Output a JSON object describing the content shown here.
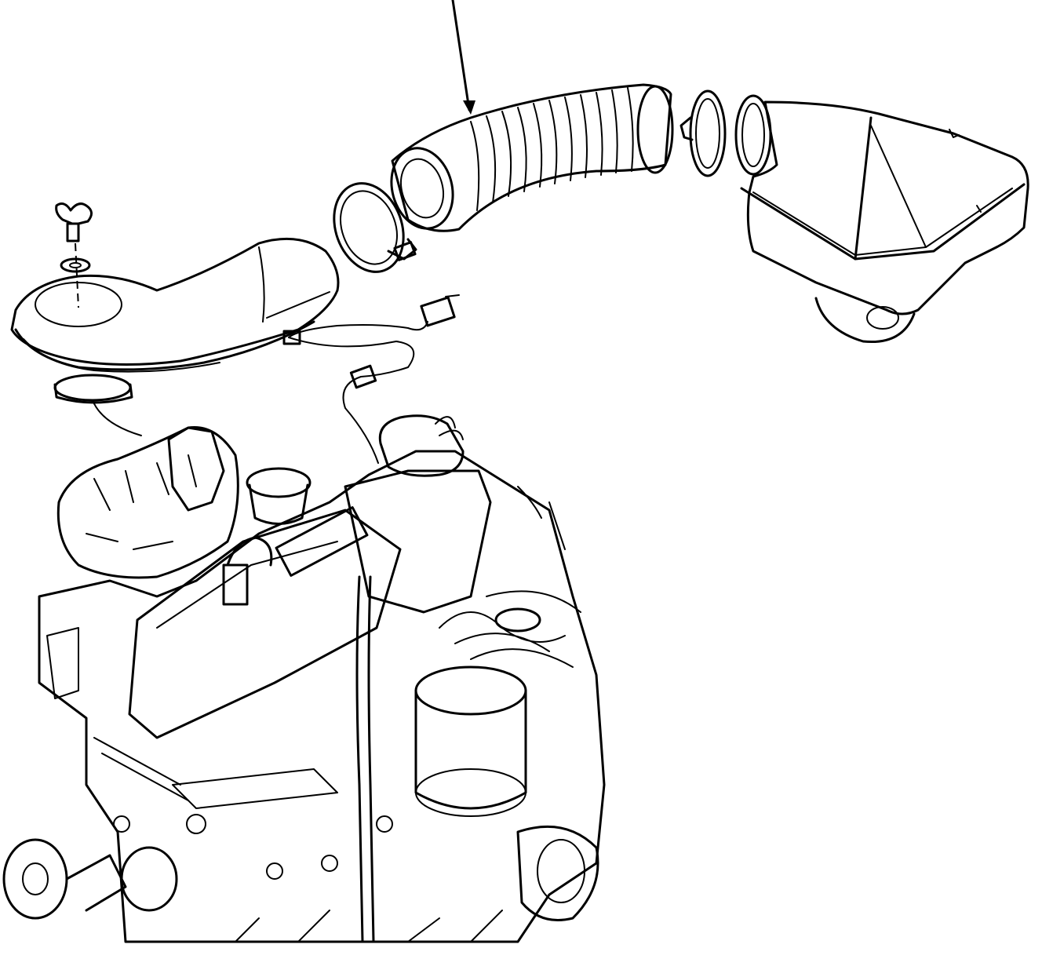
{
  "diagram": {
    "colors": {
      "ink": "#000000",
      "paper": "#ffffff"
    },
    "parts": [
      "air-cleaner-assembly",
      "wing-nut",
      "washer",
      "flexible-intake-duct",
      "hose-clamp-front",
      "hose-clamp-rear",
      "air-filter-housing",
      "vacuum-hose",
      "sensor-connector",
      "engine-assembly",
      "callout-leader-arrow"
    ]
  }
}
